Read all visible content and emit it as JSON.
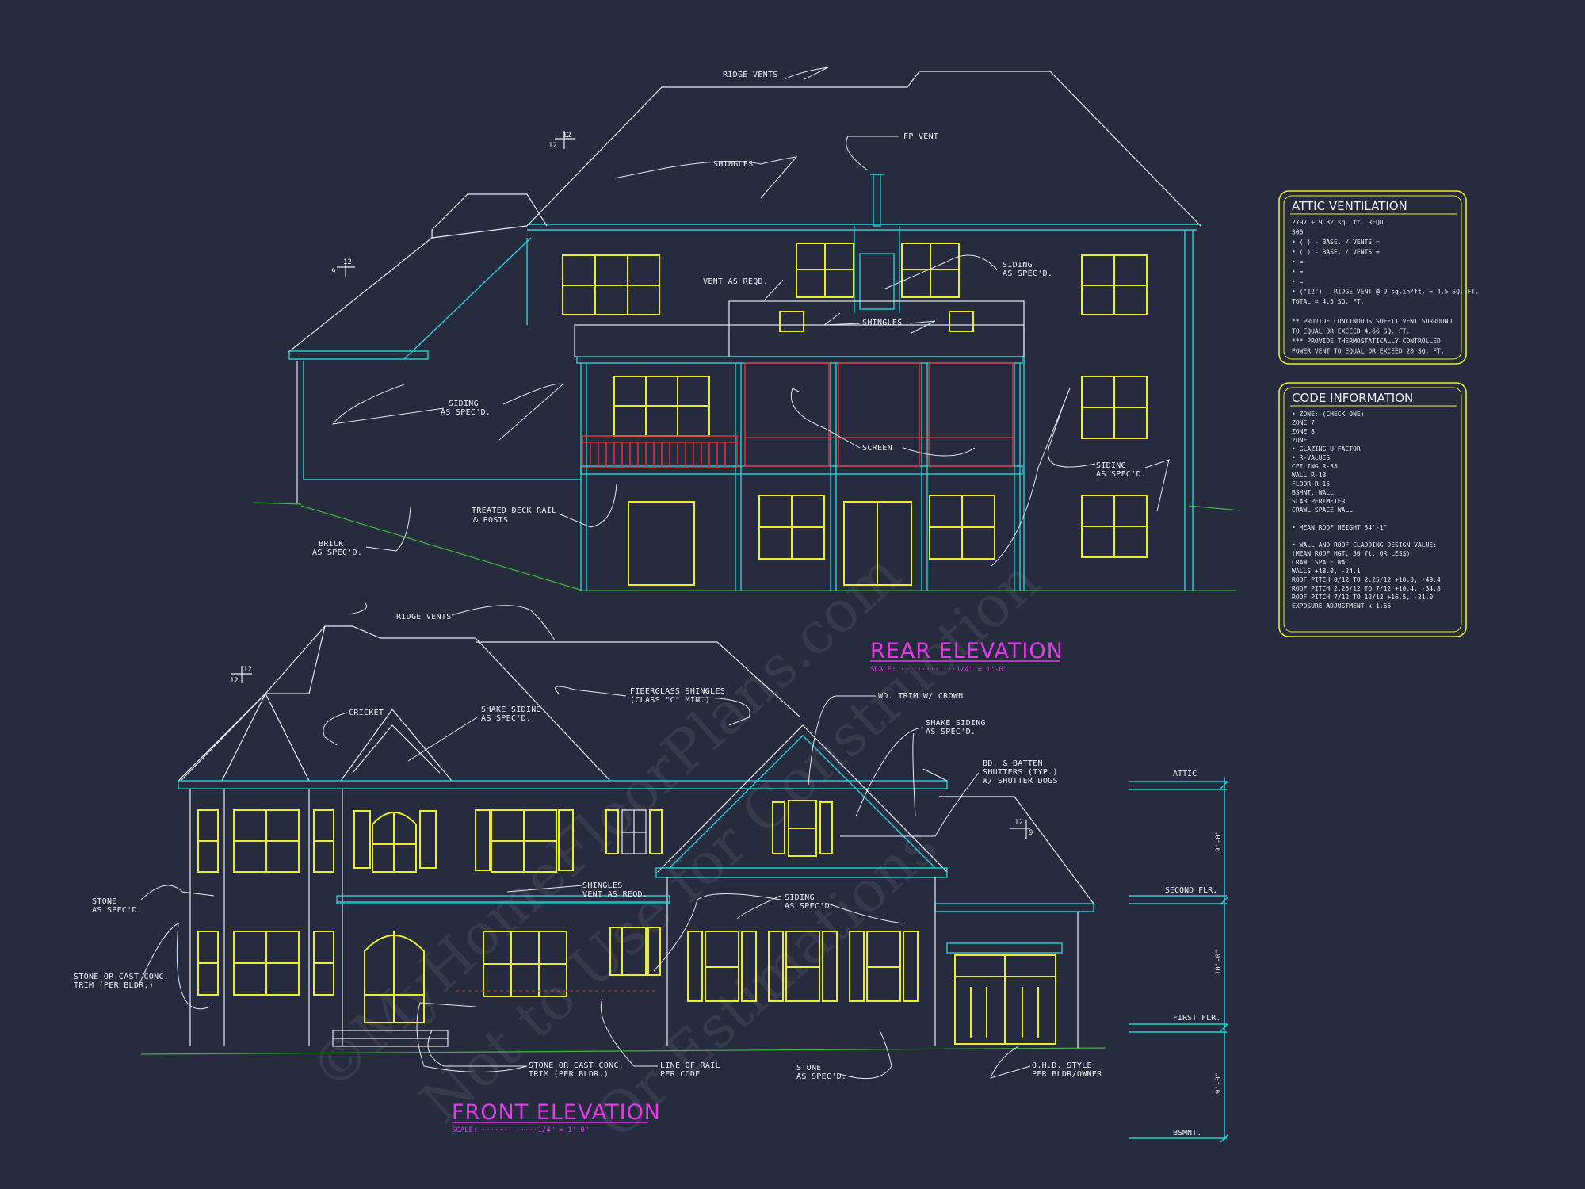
{
  "colors": {
    "background": "#262b3d",
    "linework": "#e7e9f0",
    "cyan": "#27d0d8",
    "windows": "#ecec2a",
    "rail": "#d9323a",
    "grade": "#3fb83a",
    "titles": "#e43be8"
  },
  "rear": {
    "title": "REAR ELEVATION",
    "scale": "SCALE: ·············1/4\" = 1'-0\"",
    "notes": {
      "ridge_vents": "RIDGE VENTS",
      "fp_vent": "FP VENT",
      "shingles_top": "SHINGLES",
      "siding_right_1": "SIDING",
      "siding_right_2": "AS SPEC'D.",
      "vent_as_reqd": "VENT AS REQD.",
      "shingles_mid": "SHINGLES",
      "siding_left_1": "SIDING",
      "siding_left_2": "AS SPEC'D.",
      "screen": "SCREEN",
      "siding_far_1": "SIDING",
      "siding_far_2": "AS SPEC'D.",
      "deck_rail_1": "TREATED DECK RAIL",
      "deck_rail_2": "& POSTS",
      "brick_1": "BRICK",
      "brick_2": "AS SPEC'D.",
      "pitch_a1": "12",
      "pitch_a2": "12",
      "pitch_b1": "12",
      "pitch_b2": "9"
    }
  },
  "front": {
    "title": "FRONT ELEVATION",
    "scale": "SCALE: ·············1/4\" = 1'-0\"",
    "notes": {
      "ridge_vents": "RIDGE VENTS",
      "cricket": "CRICKET",
      "shake_1": "SHAKE SIDING",
      "shake_2": "AS SPEC'D.",
      "fiberglass_1": "FIBERGLASS SHINGLES",
      "fiberglass_2": "(CLASS \"C\" MIN.)",
      "wd_trim": "WD. TRIM W/ CROWN",
      "shake_r1": "SHAKE SIDING",
      "shake_r2": "AS SPEC'D.",
      "shutters_1": "BD. & BATTEN",
      "shutters_2": "SHUTTERS (TYP.)",
      "shutters_3": "W/ SHUTTER DOGS",
      "stone_1": "STONE",
      "stone_2": "AS SPEC'D.",
      "stone_trim_1": "STONE OR CAST CONC.",
      "stone_trim_2": "TRIM (PER BLDR.)",
      "shingles_1": "SHINGLES",
      "shingles_2": "VENT AS REQD.",
      "siding_1": "SIDING",
      "siding_2": "AS SPEC'D.",
      "stone_trim_b1": "STONE OR CAST CONC.",
      "stone_trim_b2": "TRIM (PER BLDR.)",
      "line_rail_1": "LINE OF RAIL",
      "line_rail_2": "PER CODE",
      "stone_b1": "STONE",
      "stone_b2": "AS SPEC'D.",
      "ohd_1": "O.H.D. STYLE",
      "ohd_2": "PER BLDR/OWNER",
      "pitch_a1": "12",
      "pitch_a2": "12",
      "pitch_b1": "12",
      "pitch_b2": "9"
    }
  },
  "levels": {
    "attic": "ATTIC",
    "second": "SECOND FLR.",
    "first": "FIRST FLR.",
    "bsmt": "BSMNT.",
    "dim1": "9'-0\"",
    "dim2": "10'-0\"",
    "dim3": "9'-0\""
  },
  "attic_ventilation": {
    "title": "ATTIC VENTILATION",
    "lines": [
      "2797 ÷ 9.32 sq. ft. REQD.",
      "300",
      "• (   ) -        BASE,   /    VENTS   =",
      "• (   ) -        BASE,   /    VENTS   =",
      "•                                                       =",
      "•                                                       =",
      "•                                                       =",
      "• (\"12\") - RIDGE VENT @ 9 sq.in/ft.   = 4.5 SQ. FT.",
      "                               TOTAL      = 4.5 SQ. FT.",
      "",
      "** PROVIDE CONTINUOUS SOFFIT VENT SURROUND",
      "    TO EQUAL OR EXCEED  4.66 SQ. FT.",
      "*** PROVIDE THERMOSTATICALLY CONTROLLED",
      "    POWER VENT TO EQUAL OR EXCEED   20 SQ. FT."
    ]
  },
  "code_information": {
    "title": "CODE INFORMATION",
    "lines": [
      "• ZONE: (CHECK ONE)",
      "      ZONE 7",
      "      ZONE 8",
      "      ZONE",
      "• GLAZING U-FACTOR",
      "• R-VALUES",
      "      CEILING              R-38",
      "      WALL                  R-13",
      "      FLOOR                R-15",
      "      BSMNT. WALL",
      "      SLAB PERIMETER",
      "      CRAWL SPACE WALL",
      "",
      "• MEAN ROOF HEIGHT   34'-1\"",
      "",
      "• WALL AND ROOF CLADDING DESIGN VALUE:",
      "  (MEAN ROOF HGT. 30 ft. OR LESS)",
      "      CRAWL SPACE WALL",
      "      WALLS                        +18.0, -24.1",
      "      ROOF PITCH 0/12 TO 2.25/12   +10.0, -49.4",
      "      ROOF PITCH 2.25/12 TO 7/12   +10.4, -34.8",
      "      ROOF PITCH 7/12 TO 12/12     +16.5, -21.0",
      "      EXPOSURE ADJUSTMENT          x 1.65"
    ]
  },
  "watermark": {
    "line1": "©MyHomeFloorPlans.com",
    "line2": "Not to Use for Construction",
    "line3": "Or Estimations"
  }
}
